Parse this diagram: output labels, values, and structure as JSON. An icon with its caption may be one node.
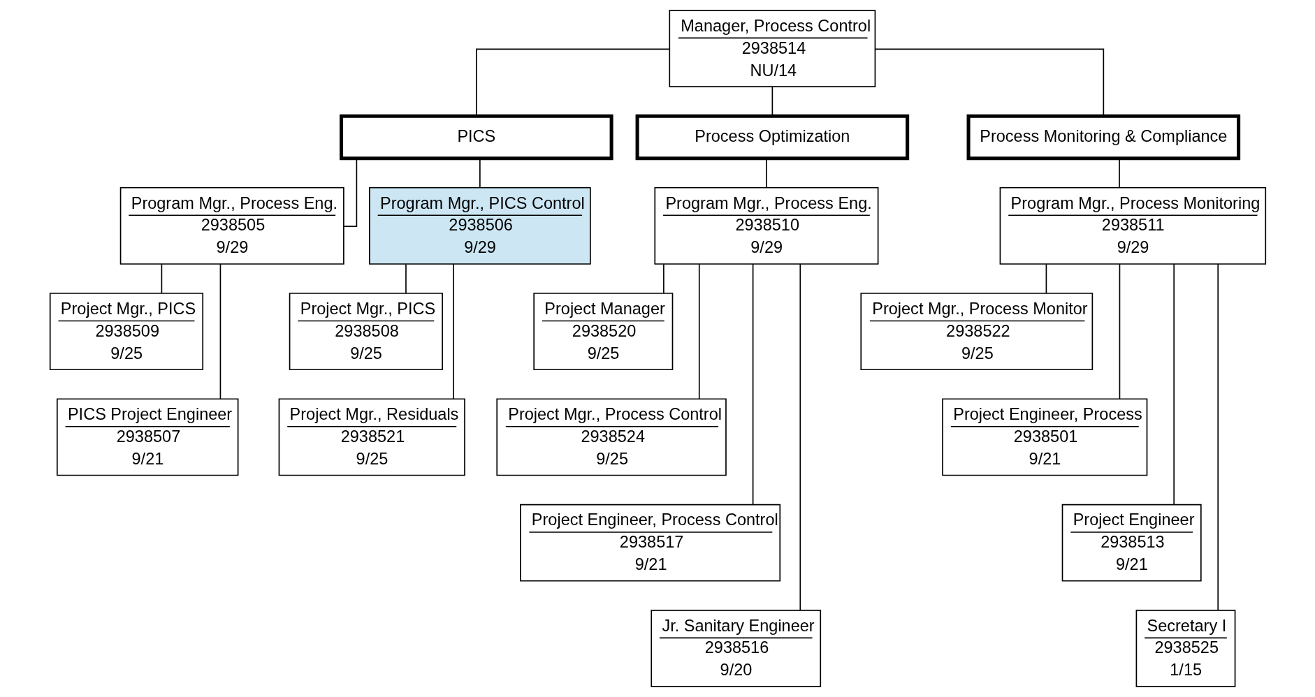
{
  "diagram": {
    "nodes": [
      {
        "text": [
          "Manager, Process Control",
          "2938514",
          "NU/14"
        ]
      },
      {
        "text": [
          "PICS"
        ]
      },
      {
        "text": [
          "Process Optimization"
        ]
      },
      {
        "text": [
          "Process Monitoring & Compliance"
        ]
      },
      {
        "text": [
          "Program Mgr., Process Eng.",
          "2938505",
          "9/29"
        ]
      },
      {
        "text": [
          "Program Mgr., PICS Control",
          "2938506",
          "9/29"
        ]
      },
      {
        "text": [
          "Program Mgr., Process Eng.",
          "2938510",
          "9/29"
        ]
      },
      {
        "text": [
          "Program Mgr., Process Monitoring",
          "2938511",
          "9/29"
        ]
      },
      {
        "text": [
          "Project Mgr., PICS",
          "2938509",
          "9/25"
        ]
      },
      {
        "text": [
          "PICS Project Engineer",
          "2938507",
          "9/21"
        ]
      },
      {
        "text": [
          "Project Mgr., PICS",
          "2938508",
          "9/25"
        ]
      },
      {
        "text": [
          "Project Mgr., Residuals",
          "2938521",
          "9/25"
        ]
      },
      {
        "text": [
          "Project Manager",
          "2938520",
          "9/25"
        ]
      },
      {
        "text": [
          "Project Mgr., Process Control",
          "2938524",
          "9/25"
        ]
      },
      {
        "text": [
          "Project Engineer, Process Control",
          "2938517",
          "9/21"
        ]
      },
      {
        "text": [
          "Jr. Sanitary Engineer",
          "2938516",
          "9/20"
        ]
      },
      {
        "text": [
          "Project Mgr., Process Monitor",
          "2938522",
          "9/25"
        ]
      },
      {
        "text": [
          "Project Engineer, Process",
          "2938501",
          "9/21"
        ]
      },
      {
        "text": [
          "Project Engineer",
          "2938513",
          "9/21"
        ]
      },
      {
        "text": [
          "Secretary I",
          "2938525",
          "1/15"
        ]
      }
    ],
    "edges": [
      {
        "from": 0,
        "to": 1,
        "arrow": "none"
      },
      {
        "from": 0,
        "to": 2,
        "arrow": "none"
      },
      {
        "from": 0,
        "to": 3,
        "arrow": "none"
      },
      {
        "from": 1,
        "to": 4,
        "arrow": "none"
      },
      {
        "from": 1,
        "to": 5,
        "arrow": "none"
      },
      {
        "from": 2,
        "to": 6,
        "arrow": "none"
      },
      {
        "from": 3,
        "to": 7,
        "arrow": "none"
      },
      {
        "from": 4,
        "to": 8,
        "arrow": "none"
      },
      {
        "from": 4,
        "to": 9,
        "arrow": "none"
      },
      {
        "from": 5,
        "to": 10,
        "arrow": "none"
      },
      {
        "from": 5,
        "to": 11,
        "arrow": "none"
      },
      {
        "from": 6,
        "to": 12,
        "arrow": "none"
      },
      {
        "from": 6,
        "to": 13,
        "arrow": "none"
      },
      {
        "from": 6,
        "to": 14,
        "arrow": "none"
      },
      {
        "from": 6,
        "to": 15,
        "arrow": "none"
      },
      {
        "from": 7,
        "to": 16,
        "arrow": "none"
      },
      {
        "from": 7,
        "to": 17,
        "arrow": "none"
      },
      {
        "from": 7,
        "to": 18,
        "arrow": "none"
      },
      {
        "from": 7,
        "to": 19,
        "arrow": "none"
      }
    ]
  }
}
